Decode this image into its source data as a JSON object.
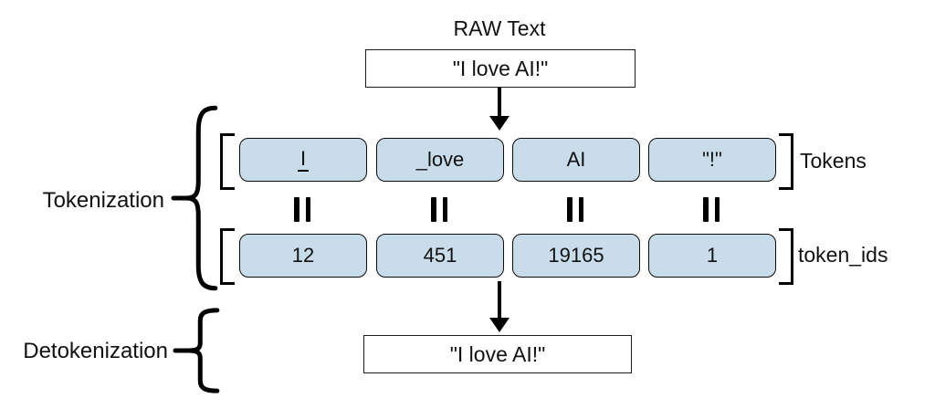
{
  "diagram": {
    "title": "RAW Text",
    "input_box": {
      "text": "\"I love AI!\""
    },
    "output_box": {
      "text": "\"I love AI!\""
    },
    "left_labels": {
      "tokenization": "Tokenization",
      "detokenization": "Detokenization"
    },
    "right_labels": {
      "tokens": "Tokens",
      "token_ids": "token_ids"
    },
    "tokens": [
      "I",
      "_love",
      "AI",
      "\"!\""
    ],
    "token_ids": [
      "12",
      "451",
      "19165",
      "1"
    ],
    "colors": {
      "token_box_fill": "#c9dcea",
      "stroke": "#000000",
      "background": "#ffffff"
    }
  }
}
